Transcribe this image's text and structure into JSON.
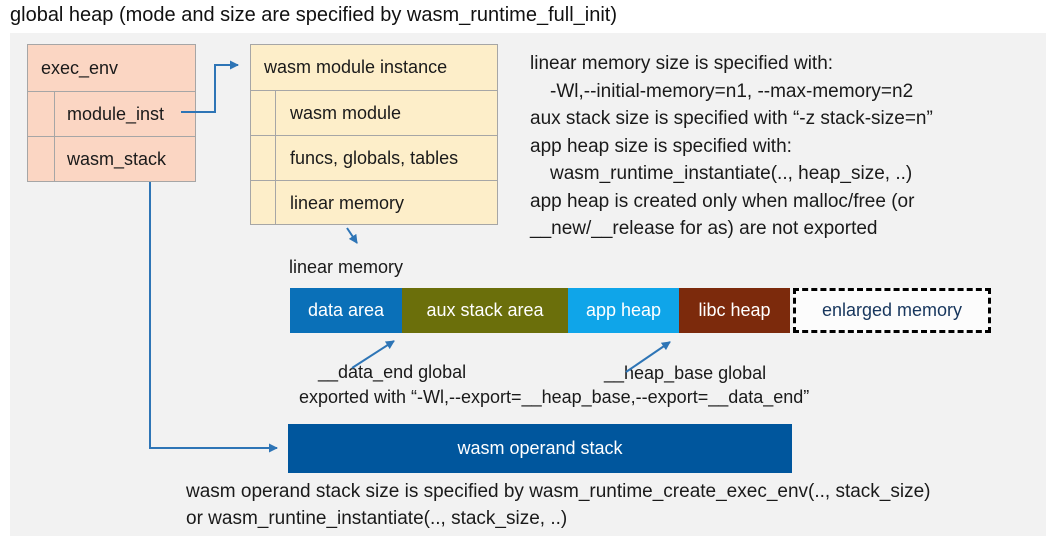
{
  "title": "global heap (mode and size are specified by wasm_runtime_full_init)",
  "exec_env_box": {
    "header": "exec_env",
    "rows": [
      "module_inst",
      "wasm_stack"
    ]
  },
  "module_instance_box": {
    "header": "wasm module instance",
    "rows": [
      "wasm module",
      "funcs, globals, tables",
      "linear memory"
    ]
  },
  "notes_right": {
    "lines": [
      {
        "text": "linear memory size is specified with:"
      },
      {
        "text": "-Wl,--initial-memory=n1, --max-memory=n2"
      },
      {
        "text": "aux stack size is specified with “-z stack-size=n”"
      },
      {
        "text": "app heap size is specified with:"
      },
      {
        "text": "wasm_runtime_instantiate(.., heap_size, ..)"
      },
      {
        "text": "app heap is created only when malloc/free (or"
      },
      {
        "text": "__new/__release for as) are not exported"
      }
    ]
  },
  "linear_memory": {
    "label": "linear memory",
    "segments": [
      {
        "label": "data area",
        "color": "#0a70b8"
      },
      {
        "label": "aux stack area",
        "color": "#6b6f0b"
      },
      {
        "label": "app heap",
        "color": "#0fa5e9"
      },
      {
        "label": "libc heap",
        "color": "#7c2a0c"
      }
    ],
    "enlarged": {
      "label": "enlarged memory",
      "text_color": "#17365d"
    }
  },
  "annotations": {
    "data_end": "__data_end global",
    "heap_base": "__heap_base global",
    "exported": "exported with “-Wl,--export=__heap_base,--export=__data_end”"
  },
  "operand_stack": {
    "label": "wasm operand stack",
    "color": "#00569d"
  },
  "notes_bottom": {
    "lines": [
      "wasm operand stack size is specified by wasm_runtime_create_exec_env(.., stack_size)",
      "or wasm_runtine_instantiate(.., stack_size, ..)"
    ]
  },
  "colors": {
    "panel_bg": "#f2f2f2",
    "exec_env_fill": "#fbd6c3",
    "module_instance_fill": "#fdeec9",
    "box_border": "#a6a6a6",
    "arrow_blue": "#2e75b6"
  }
}
